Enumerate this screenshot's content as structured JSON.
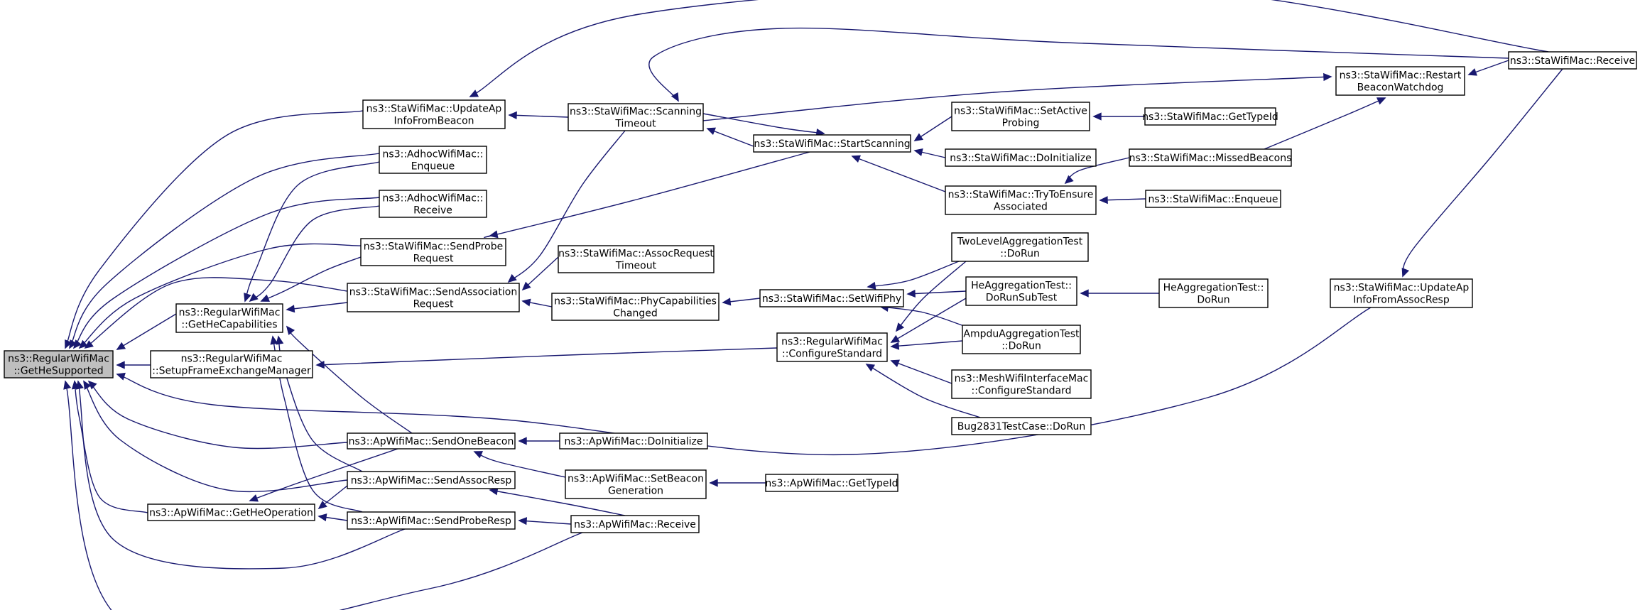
{
  "graph": {
    "title": "",
    "colors": {
      "edge": "#191970",
      "node_border": "#000000",
      "node_fill": "#ffffff",
      "root_fill": "#bfbfbf"
    },
    "nodes": [
      {
        "id": "n0",
        "lines": [
          "ns3::RegularWifiMac",
          "::GetHeSupported"
        ],
        "root": true
      },
      {
        "id": "n1",
        "lines": [
          "ns3::RegularWifiMac",
          "::GetHeCapabilities"
        ]
      },
      {
        "id": "n2",
        "lines": [
          "ns3::RegularWifiMac",
          "::SetupFrameExchangeManager"
        ]
      },
      {
        "id": "n3",
        "lines": [
          "ns3::ApWifiMac::GetHeOperation"
        ]
      },
      {
        "id": "n4",
        "lines": [
          "ns3::StaWifiMac::UpdateAp",
          "InfoFromBeacon"
        ]
      },
      {
        "id": "n5",
        "lines": [
          "ns3::AdhocWifiMac::",
          "Enqueue"
        ]
      },
      {
        "id": "n6",
        "lines": [
          "ns3::AdhocWifiMac::",
          "Receive"
        ]
      },
      {
        "id": "n7",
        "lines": [
          "ns3::StaWifiMac::SendProbe",
          "Request"
        ]
      },
      {
        "id": "n8",
        "lines": [
          "ns3::StaWifiMac::SendAssociation",
          "Request"
        ]
      },
      {
        "id": "n9",
        "lines": [
          "ns3::ApWifiMac::SendOneBeacon"
        ]
      },
      {
        "id": "n10",
        "lines": [
          "ns3::ApWifiMac::SendAssocResp"
        ]
      },
      {
        "id": "n11",
        "lines": [
          "ns3::ApWifiMac::SendProbeResp"
        ]
      },
      {
        "id": "n12",
        "lines": [
          "ns3::StaWifiMac::Scanning",
          "Timeout"
        ]
      },
      {
        "id": "n13",
        "lines": [
          "ns3::StaWifiMac::AssocRequest",
          "Timeout"
        ]
      },
      {
        "id": "n14",
        "lines": [
          "ns3::StaWifiMac::PhyCapabilities",
          "Changed"
        ]
      },
      {
        "id": "n15",
        "lines": [
          "ns3::ApWifiMac::DoInitialize"
        ]
      },
      {
        "id": "n16",
        "lines": [
          "ns3::ApWifiMac::SetBeacon",
          "Generation"
        ]
      },
      {
        "id": "n17",
        "lines": [
          "ns3::ApWifiMac::Receive"
        ]
      },
      {
        "id": "n18",
        "lines": [
          "ns3::StaWifiMac::StartScanning"
        ]
      },
      {
        "id": "n19",
        "lines": [
          "ns3::StaWifiMac::SetWifiPhy"
        ]
      },
      {
        "id": "n20",
        "lines": [
          "ns3::RegularWifiMac",
          "::ConfigureStandard"
        ]
      },
      {
        "id": "n21",
        "lines": [
          "ns3::ApWifiMac::GetTypeId"
        ]
      },
      {
        "id": "n22",
        "lines": [
          "ns3::StaWifiMac::SetActive",
          "Probing"
        ]
      },
      {
        "id": "n23",
        "lines": [
          "ns3::StaWifiMac::DoInitialize"
        ]
      },
      {
        "id": "n24",
        "lines": [
          "ns3::StaWifiMac::TryToEnsure",
          "Associated"
        ]
      },
      {
        "id": "n25",
        "lines": [
          "TwoLevelAggregationTest",
          "::DoRun"
        ]
      },
      {
        "id": "n26",
        "lines": [
          "HeAggregationTest::",
          "DoRunSubTest"
        ]
      },
      {
        "id": "n27",
        "lines": [
          "AmpduAggregationTest",
          "::DoRun"
        ]
      },
      {
        "id": "n28",
        "lines": [
          "ns3::MeshWifiInterfaceMac",
          "::ConfigureStandard"
        ]
      },
      {
        "id": "n29",
        "lines": [
          "Bug2831TestCase::DoRun"
        ]
      },
      {
        "id": "n30",
        "lines": [
          "ns3::StaWifiMac::GetTypeId"
        ]
      },
      {
        "id": "n31",
        "lines": [
          "ns3::StaWifiMac::MissedBeacons"
        ]
      },
      {
        "id": "n32",
        "lines": [
          "ns3::StaWifiMac::Enqueue"
        ]
      },
      {
        "id": "n33",
        "lines": [
          "HeAggregationTest::",
          "DoRun"
        ]
      },
      {
        "id": "n34",
        "lines": [
          "ns3::StaWifiMac::Restart",
          "BeaconWatchdog"
        ]
      },
      {
        "id": "n35",
        "lines": [
          "ns3::StaWifiMac::Receive"
        ]
      },
      {
        "id": "n36",
        "lines": [
          "ns3::StaWifiMac::UpdateAp",
          "InfoFromAssocResp"
        ]
      }
    ],
    "edges": [
      {
        "from": "n1",
        "to": "n0"
      },
      {
        "from": "n2",
        "to": "n0"
      },
      {
        "from": "n3",
        "to": "n0"
      },
      {
        "from": "n4",
        "to": "n0"
      },
      {
        "from": "n5",
        "to": "n0"
      },
      {
        "from": "n6",
        "to": "n0"
      },
      {
        "from": "n7",
        "to": "n0"
      },
      {
        "from": "n8",
        "to": "n0"
      },
      {
        "from": "n9",
        "to": "n0"
      },
      {
        "from": "n10",
        "to": "n0"
      },
      {
        "from": "n11",
        "to": "n0"
      },
      {
        "from": "n17",
        "to": "n0"
      },
      {
        "from": "n36",
        "to": "n0"
      },
      {
        "from": "n5",
        "to": "n1"
      },
      {
        "from": "n6",
        "to": "n1"
      },
      {
        "from": "n7",
        "to": "n1"
      },
      {
        "from": "n8",
        "to": "n1"
      },
      {
        "from": "n9",
        "to": "n1"
      },
      {
        "from": "n10",
        "to": "n1"
      },
      {
        "from": "n11",
        "to": "n1"
      },
      {
        "from": "n20",
        "to": "n2"
      },
      {
        "from": "n9",
        "to": "n3"
      },
      {
        "from": "n10",
        "to": "n3"
      },
      {
        "from": "n11",
        "to": "n3"
      },
      {
        "from": "n12",
        "to": "n4"
      },
      {
        "from": "n35",
        "to": "n4"
      },
      {
        "from": "n13",
        "to": "n8"
      },
      {
        "from": "n14",
        "to": "n8"
      },
      {
        "from": "n12",
        "to": "n8"
      },
      {
        "from": "n15",
        "to": "n9"
      },
      {
        "from": "n16",
        "to": "n9"
      },
      {
        "from": "n17",
        "to": "n11"
      },
      {
        "from": "n17",
        "to": "n10"
      },
      {
        "from": "n18",
        "to": "n7"
      },
      {
        "from": "n18",
        "to": "n12"
      },
      {
        "from": "n12",
        "to": "n18"
      },
      {
        "from": "n35",
        "to": "n12"
      },
      {
        "from": "n19",
        "to": "n14"
      },
      {
        "from": "n21",
        "to": "n16"
      },
      {
        "from": "n22",
        "to": "n18"
      },
      {
        "from": "n23",
        "to": "n18"
      },
      {
        "from": "n24",
        "to": "n18"
      },
      {
        "from": "n12",
        "to": "n34"
      },
      {
        "from": "n25",
        "to": "n19"
      },
      {
        "from": "n26",
        "to": "n19"
      },
      {
        "from": "n27",
        "to": "n19"
      },
      {
        "from": "n25",
        "to": "n20"
      },
      {
        "from": "n26",
        "to": "n20"
      },
      {
        "from": "n27",
        "to": "n20"
      },
      {
        "from": "n28",
        "to": "n20"
      },
      {
        "from": "n29",
        "to": "n20"
      },
      {
        "from": "n30",
        "to": "n22"
      },
      {
        "from": "n31",
        "to": "n24"
      },
      {
        "from": "n32",
        "to": "n24"
      },
      {
        "from": "n33",
        "to": "n26"
      },
      {
        "from": "n31",
        "to": "n34"
      },
      {
        "from": "n35",
        "to": "n34"
      },
      {
        "from": "n35",
        "to": "n36"
      }
    ]
  }
}
